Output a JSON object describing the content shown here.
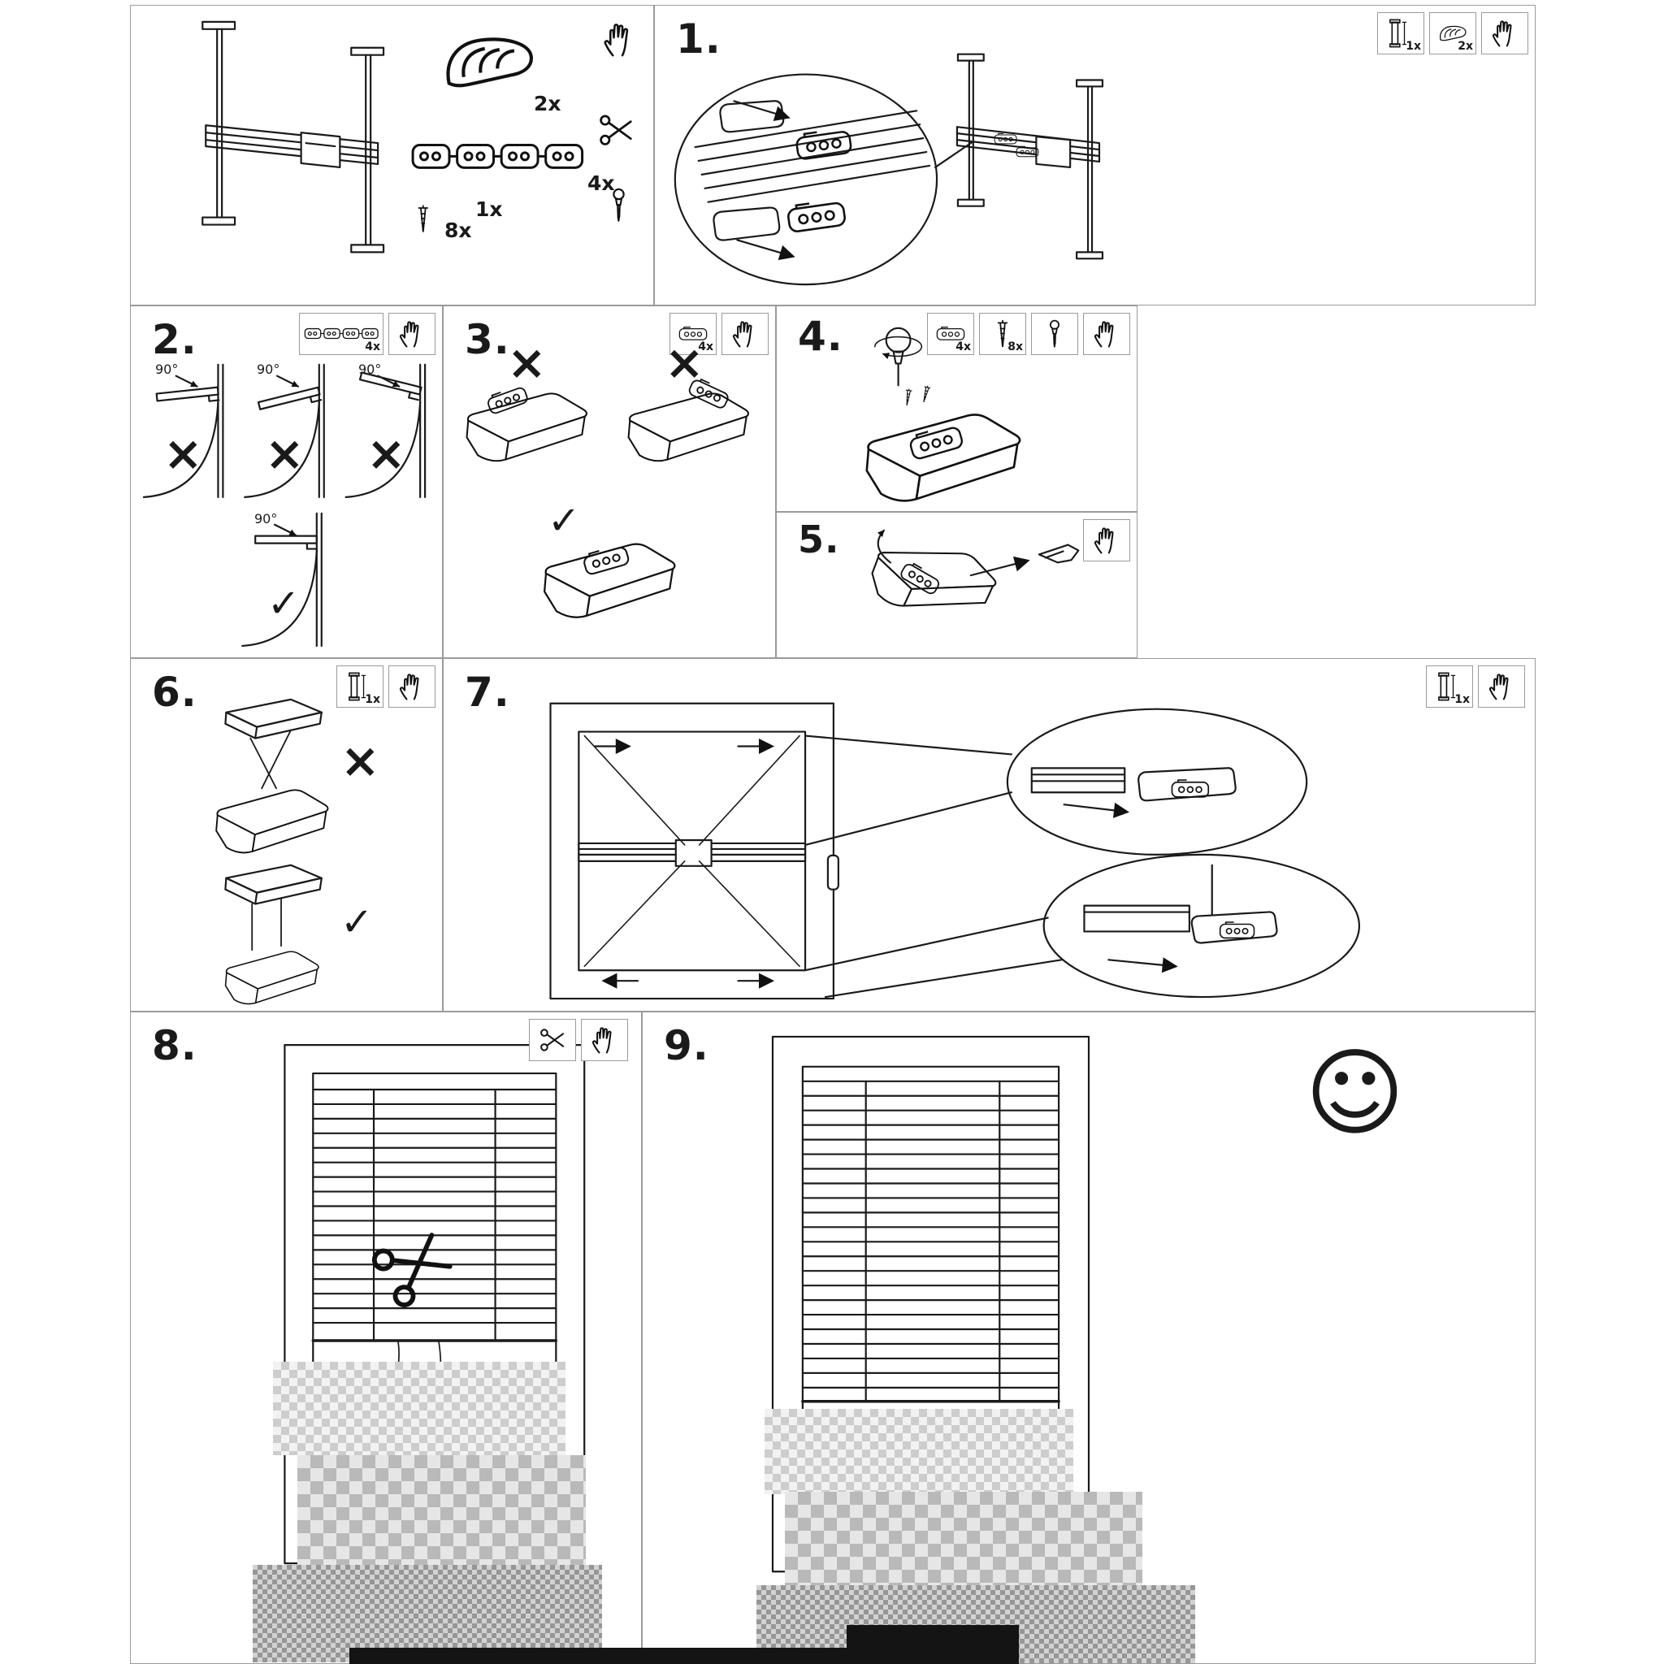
{
  "sheet": {
    "ink": "#1a1a1a",
    "panel_border": "#9a9a9a",
    "marks": {
      "wrong": "×",
      "correct": "✓",
      "angle": "90°",
      "smiley": "☺"
    }
  },
  "panels": {
    "parts": {
      "items": [
        {
          "name": "blind-frame",
          "qty": "1x"
        },
        {
          "name": "cover-clip",
          "qty": "2x"
        },
        {
          "name": "bracket-strip",
          "qty": "4x"
        },
        {
          "name": "screw",
          "qty": "8x"
        }
      ],
      "tools": [
        "hand",
        "scissors",
        "screwdriver"
      ]
    },
    "step1": {
      "label": "1.",
      "parts": [
        {
          "name": "side-rail",
          "qty": "1x"
        },
        {
          "name": "cover-clip",
          "qty": "2x"
        }
      ],
      "tools": [
        "hand"
      ]
    },
    "step2": {
      "label": "2.",
      "parts": [
        {
          "name": "bracket-strip",
          "qty": "4x"
        }
      ],
      "tools": [
        "hand"
      ]
    },
    "step3": {
      "label": "3.",
      "parts": [
        {
          "name": "bracket",
          "qty": "4x"
        }
      ],
      "tools": [
        "hand"
      ]
    },
    "step4": {
      "label": "4.",
      "parts": [
        {
          "name": "bracket",
          "qty": "4x"
        },
        {
          "name": "screw",
          "qty": "8x"
        }
      ],
      "tools": [
        "screwdriver",
        "hand"
      ]
    },
    "step5": {
      "label": "5.",
      "parts": [],
      "tools": [
        "hand"
      ]
    },
    "step6": {
      "label": "6.",
      "parts": [
        {
          "name": "side-rail",
          "qty": "1x"
        }
      ],
      "tools": [
        "hand"
      ]
    },
    "step7": {
      "label": "7.",
      "parts": [
        {
          "name": "side-rail",
          "qty": "1x"
        }
      ],
      "tools": [
        "hand"
      ]
    },
    "step8": {
      "label": "8.",
      "parts": [],
      "tools": [
        "scissors",
        "hand"
      ]
    },
    "step9": {
      "label": "9.",
      "parts": [],
      "tools": []
    }
  }
}
